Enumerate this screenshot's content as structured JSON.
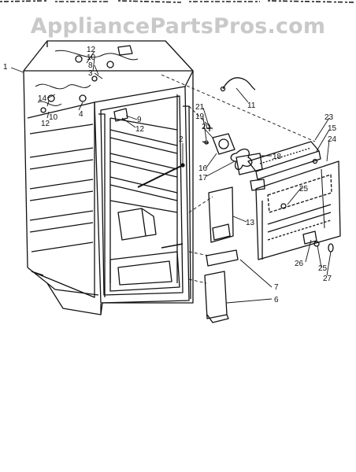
{
  "watermark": "AppliancePartsPros.com",
  "colors": {
    "ink": "#111111",
    "watermark": "#c9c9c9",
    "background": "#ffffff"
  },
  "callouts": [
    "1",
    "12",
    "10",
    "8",
    "3",
    "14",
    "4",
    "12",
    "10",
    "9",
    "12",
    "2",
    "11",
    "21",
    "19",
    "20",
    "18",
    "16",
    "17",
    "23",
    "15",
    "24",
    "25",
    "13",
    "7",
    "6",
    "26",
    "25",
    "27"
  ]
}
